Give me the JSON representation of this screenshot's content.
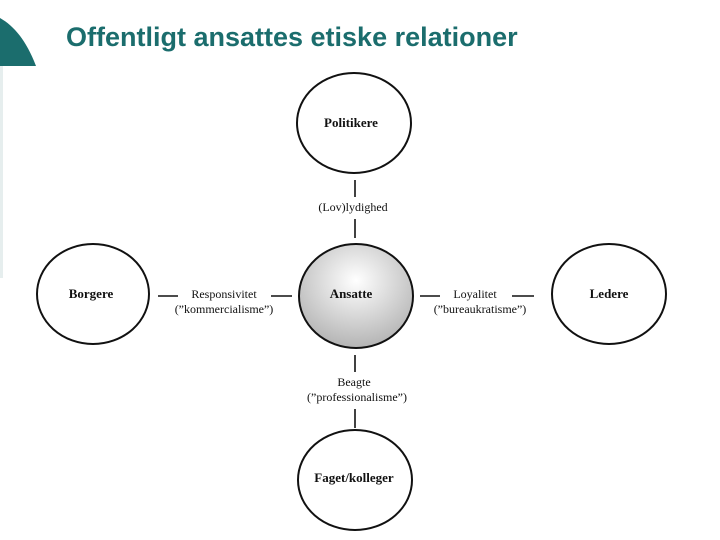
{
  "slide": {
    "title": "Offentligt ansattes etiske relationer"
  },
  "diagram": {
    "nodes": {
      "top": "Politikere",
      "left": "Borgere",
      "center": "Ansatte",
      "right": "Ledere",
      "bottom": "Faget/kolleger"
    },
    "relations": {
      "top": {
        "line1": "(Lov)lydighed"
      },
      "left": {
        "line1": "Responsivitet",
        "line2": "(”kommercialisme”)"
      },
      "right": {
        "line1": "Loyalitet",
        "line2": "(”bureaukratisme”)"
      },
      "bottom": {
        "line1": "Beagte",
        "line2": "(”professionalisme”)"
      }
    }
  },
  "colors": {
    "title": "#1b6d6d",
    "accent": "#1b6d6d"
  }
}
